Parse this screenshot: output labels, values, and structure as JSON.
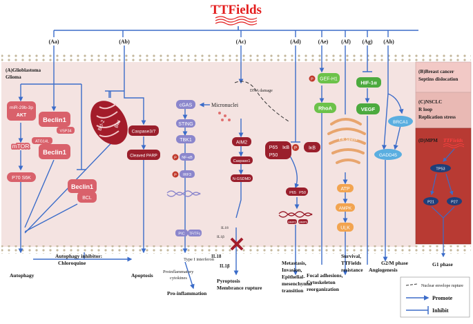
{
  "title": "TTFields",
  "branches": [
    "(Aa)",
    "(Ab)",
    "(Ac)",
    "(Ad)",
    "(Ae)",
    "(Af)",
    "(Ag)",
    "(Ah)"
  ],
  "side_panels": {
    "glioblastoma": [
      "(A)Glioblastoma",
      "Glioma"
    ],
    "breast": [
      "(B)Breast cancer",
      "Septins dislocation"
    ],
    "nsclc": [
      "(C)NSCLC",
      "R loop",
      "Replication stress"
    ],
    "mpm": "(D)MPM",
    "mpm_ttfields": "TTFields"
  },
  "nodes": {
    "mir": "miR-29b-3p",
    "akt": "AKT",
    "mtor": "mTOR",
    "p70": "P70 S6K",
    "beclin1_a": "Beclin1",
    "vsp34": "VSP34",
    "atg14l": "ATG14L",
    "beclin1_b": "Beclin1",
    "beclin1_c": "Beclin1",
    "bcl": "BCL",
    "bcl2": "Bcl-2",
    "bax": "Bax",
    "caspase37": "Caspase3/7",
    "cleaved_parp": "Cleaved PARP",
    "cgas": "cGAS",
    "micronuclei": "Micronuclei",
    "dna_damage": "DNA damage",
    "sting": "STING",
    "tbk1": "TBK1",
    "p_label": "P",
    "nfkb": "NF-κB",
    "irf3": "IRF3",
    "pic": "PIC",
    "tfs": "TF/TFs",
    "aim2": "AIM2",
    "caspase1": "Caspase1",
    "ngsdmd": "N-GSDMD",
    "il18": "IL18",
    "il1b": "IL1β",
    "p65": "P65",
    "p50": "P50",
    "ikb": "IκB",
    "mmp": "MMP2",
    "mmp9": "MMP9",
    "gefh1": "GEF-H1",
    "rhoa": "RhoA",
    "er_label": "ER Stress",
    "atp": "ATP",
    "ampk": "AMPK",
    "ulk": "ULK",
    "hif": "HIF-1α",
    "vegf": "VEGF",
    "brca1": "BRCA1",
    "gadd45": "GADD45",
    "tp53": "TP53",
    "p21": "P21",
    "p27": "P27"
  },
  "outcomes": {
    "autophagy": "Autophagy",
    "inhibitor": [
      "Autophagy inhibitor:",
      "Chloroquine"
    ],
    "apoptosis": "Apoptosis",
    "type1": "Type I interferon",
    "proinflam_c": [
      "Proinflammatory",
      "cytokines"
    ],
    "proinflam": "Pro-inflammation",
    "il18b": "IL18",
    "il1b_b": "IL1β",
    "pyroptosis": [
      "Pyroptosis",
      "Membrance rupture"
    ],
    "metastasis": [
      "Metastasis,",
      "Invasion,",
      "Epithelial-",
      "mesenchymal",
      "transition"
    ],
    "focal": [
      "Focal adhesions,",
      "Cytoskeleton",
      "reorganization"
    ],
    "survival": [
      "Survival,",
      "TTFields",
      "resistance"
    ],
    "g2m": "G2/M phase",
    "angio": "Angiogenesis",
    "g1": "G1 phase"
  },
  "legend": {
    "envelope": "Nuclear envelope rupture",
    "promote": "Promote",
    "inhibit": "Inhibit"
  },
  "colors": {
    "title": "#e31b1b",
    "arrow": "#3b6cc9",
    "cell_fill": "#f4e3e1",
    "membrane": "#b9ad93",
    "beclin": "#d9616b",
    "mito": "#a31c2a",
    "purple": "#8b86cc",
    "darkred": "#9a1f2c",
    "green": "#6cc24a",
    "orange": "#f2a450",
    "teal": "#5aaee0",
    "navy": "#1f3f7a",
    "mpm_fill": "#b83a33"
  }
}
